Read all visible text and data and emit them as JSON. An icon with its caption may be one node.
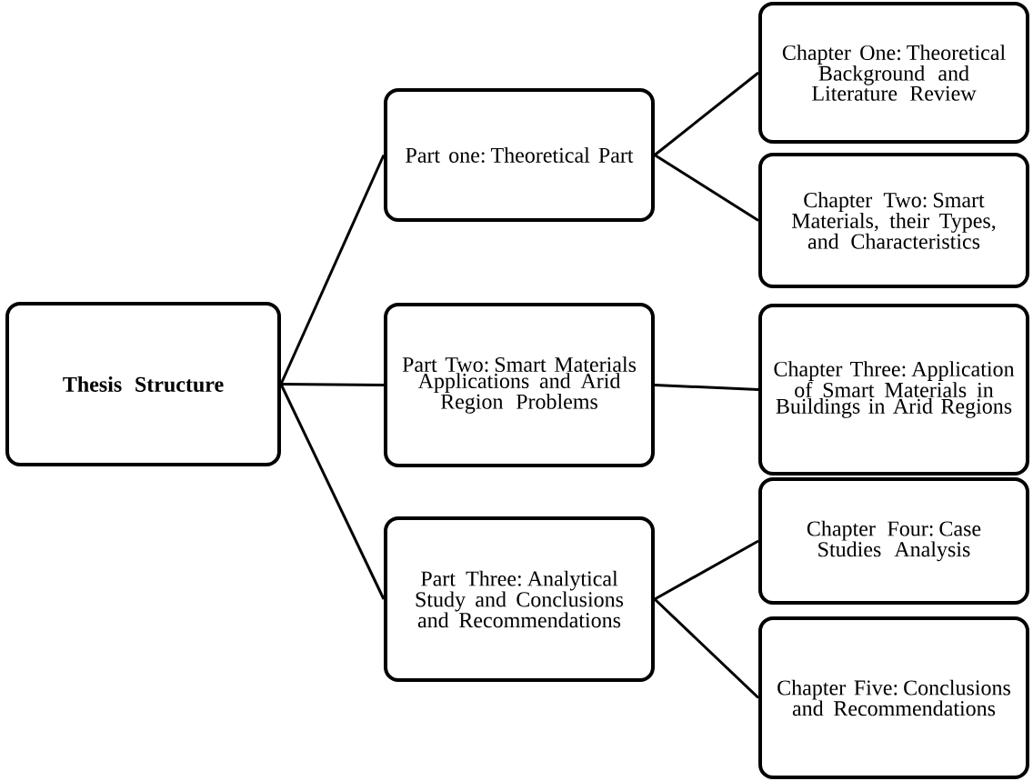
{
  "diagram": {
    "nodes": [
      {
        "text": [
          "**Thesis Structure**"
        ]
      },
      {
        "text": [
          "Part one: Theoretical Part"
        ]
      },
      {
        "text": [
          "Part Two: Smart Materials Applications and Arid Region Problems"
        ]
      },
      {
        "text": [
          "Part Three: Analytical Study and Conclusions and Recommendations"
        ]
      },
      {
        "text": [
          "Chapter One: Theoretical Background and Literature Review"
        ]
      },
      {
        "text": [
          "Chapter Two: Smart Materials, their Types, and Characteristics"
        ]
      },
      {
        "text": [
          "Chapter Three: Application of Smart Materials in Buildings in Arid Regions"
        ]
      },
      {
        "text": [
          "Chapter Four: Case Studies Analysis"
        ]
      },
      {
        "text": [
          "Chapter Five: Conclusions and Recommendations"
        ]
      }
    ],
    "edges": [
      {
        "from": 0,
        "to": 1,
        "arrow": "none"
      },
      {
        "from": 0,
        "to": 2,
        "arrow": "none"
      },
      {
        "from": 0,
        "to": 3,
        "arrow": "none"
      },
      {
        "from": 1,
        "to": 4,
        "arrow": "none"
      },
      {
        "from": 1,
        "to": 5,
        "arrow": "none"
      },
      {
        "from": 2,
        "to": 6,
        "arrow": "none"
      },
      {
        "from": 3,
        "to": 7,
        "arrow": "none"
      },
      {
        "from": 3,
        "to": 8,
        "arrow": "none"
      }
    ]
  }
}
